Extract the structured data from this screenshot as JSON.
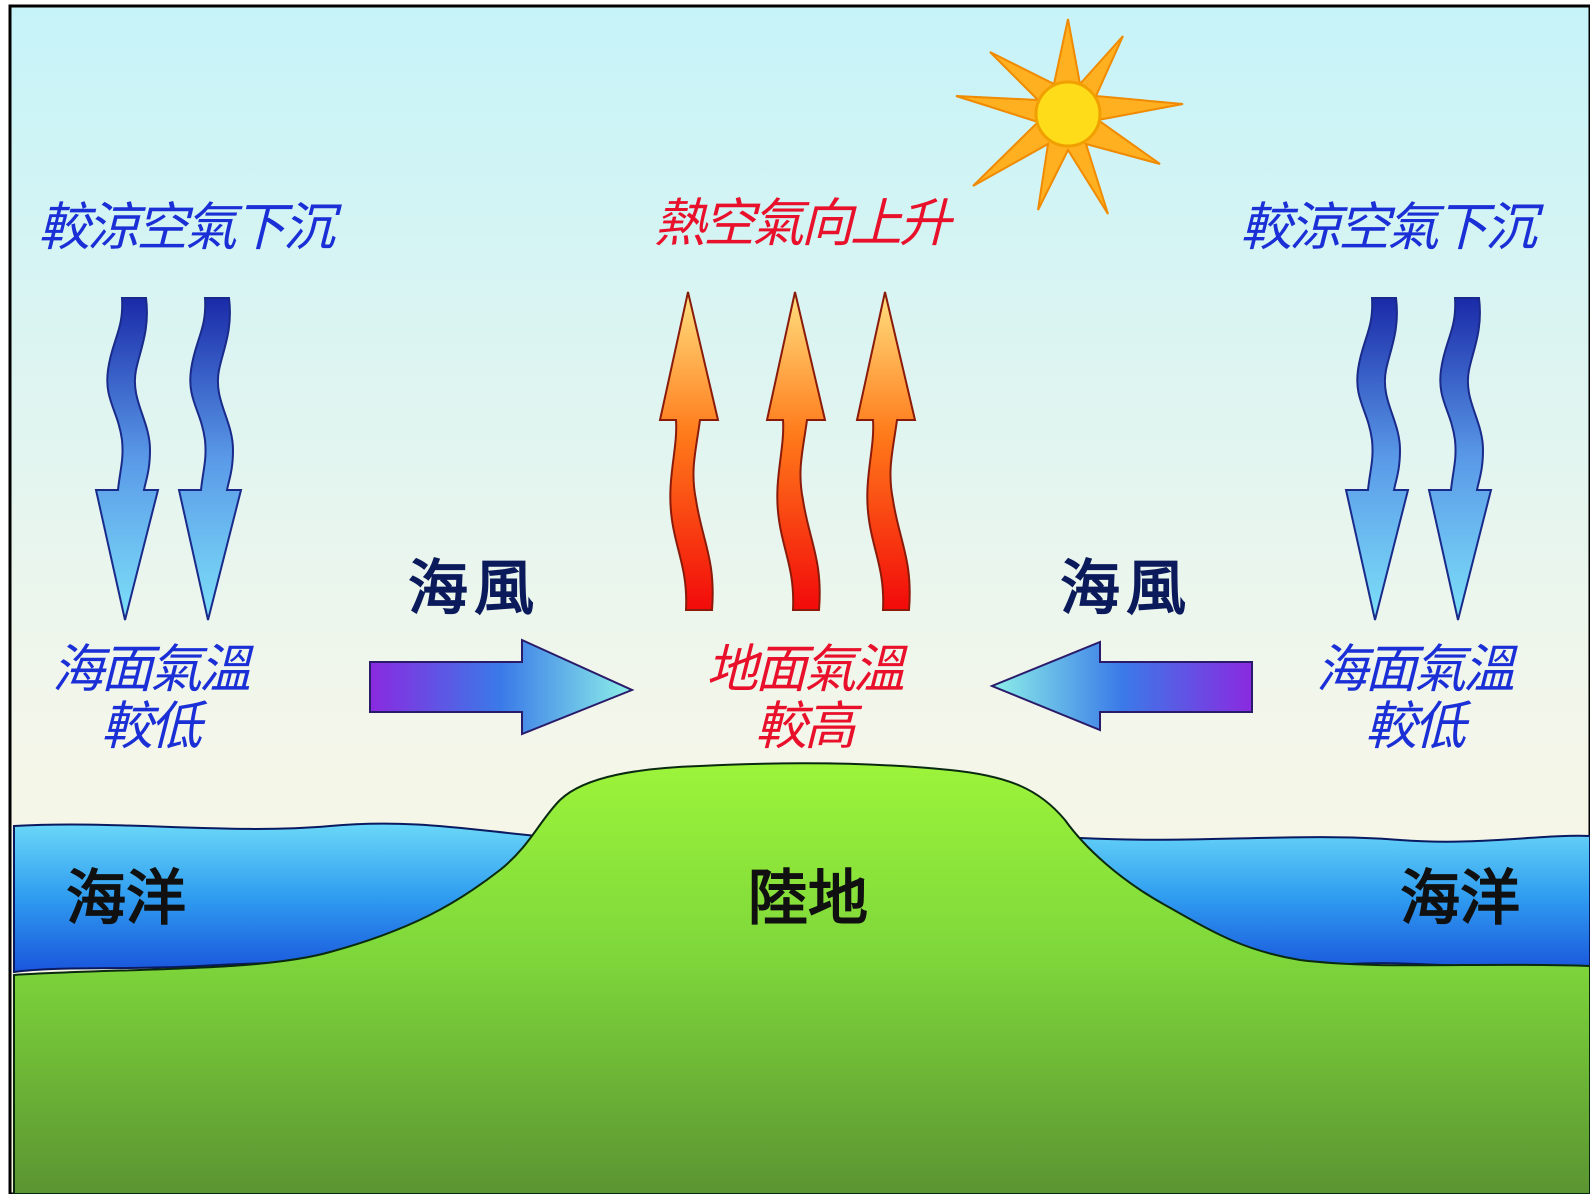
{
  "labels": {
    "cool_sinking_left": "較涼空氣下沉",
    "cool_sinking_right": "較涼空氣下沉",
    "hot_rising": "熱空氣向上升",
    "sea_breeze_left": "海風",
    "sea_breeze_right": "海風",
    "sea_temp_left_line1": "海面氣溫",
    "sea_temp_left_line2": "較低",
    "sea_temp_right_line1": "海面氣溫",
    "sea_temp_right_line2": "較低",
    "land_temp_line1": "地面氣溫",
    "land_temp_line2": "較高",
    "ocean_left": "海洋",
    "ocean_right": "海洋",
    "land": "陸地"
  },
  "colors": {
    "cool_text": "#1a2fd6",
    "hot_text": "#e8102a",
    "sky_top": "#c8f4fa",
    "sky_bottom": "#fbf6e4",
    "sea_top": "#5fd3f7",
    "sea_bottom": "#1a5fe0",
    "land_top": "#9af23a",
    "land_bottom": "#5e9a32",
    "sun": "#ffc61a",
    "sun_rays": "#ffb020"
  },
  "icons": {
    "sun": "sun-icon",
    "down_arrow": "wavy-down-arrow-icon",
    "up_arrow": "wavy-up-arrow-icon",
    "right_arrow": "right-arrow-icon",
    "left_arrow": "left-arrow-icon"
  }
}
